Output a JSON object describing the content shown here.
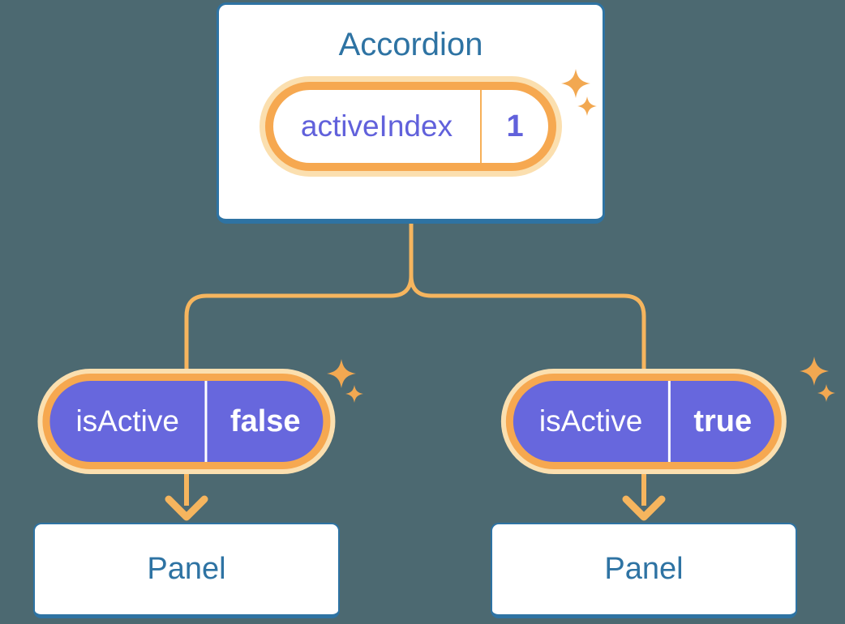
{
  "palette": {
    "bg": "#4C6971",
    "blue": "#2E73A3",
    "white": "#FFFFFF",
    "indigo-text": "#6161DB",
    "pill-purple": "#6767DD",
    "ring-orange": "#F6A850",
    "ring-glow": "#FBDFAF",
    "line-orange": "#F6B55E",
    "divider-orange": "#F7B057",
    "sparkle-orange": "#F2A851"
  },
  "accordion": {
    "title": "Accordion",
    "state": {
      "name": "activeIndex",
      "value": "1"
    }
  },
  "children": [
    {
      "prop": {
        "name": "isActive",
        "value": "false"
      },
      "panel_label": "Panel"
    },
    {
      "prop": {
        "name": "isActive",
        "value": "true"
      },
      "panel_label": "Panel"
    }
  ]
}
